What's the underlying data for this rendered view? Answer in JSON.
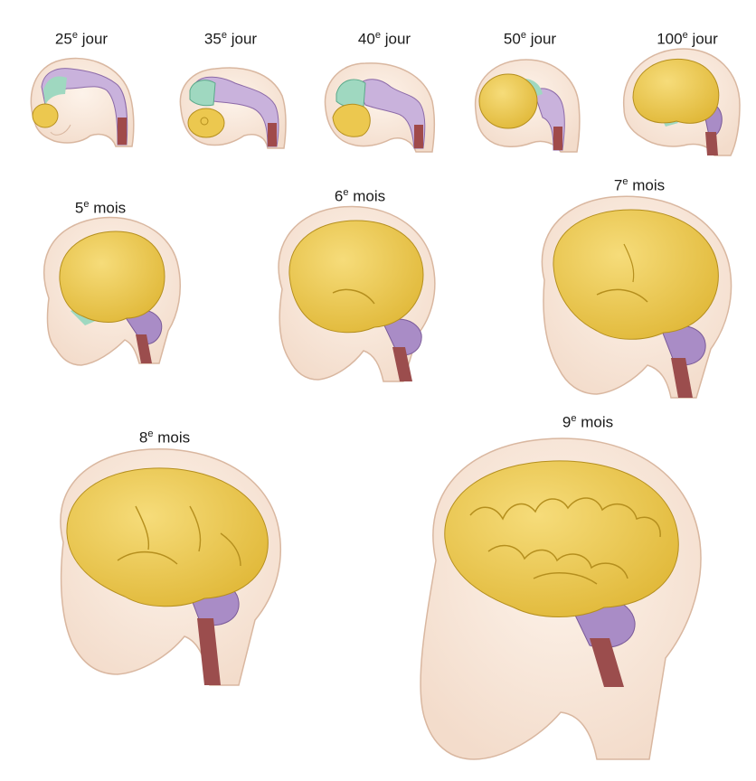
{
  "colors": {
    "skin": "#f7e6d8",
    "skin_edge": "#d9b7a0",
    "cerebrum": "#ecc84f",
    "cerebrum_edge": "#b58f1e",
    "mid": "#9fd8c0",
    "hind": "#c9b2dc",
    "stem": "#9b4d4d",
    "cerebellum": "#a98cc6"
  },
  "stages": [
    {
      "num": "25",
      "sup": "e",
      "unit": "jour"
    },
    {
      "num": "35",
      "sup": "e",
      "unit": "jour"
    },
    {
      "num": "40",
      "sup": "e",
      "unit": "jour"
    },
    {
      "num": "50",
      "sup": "e",
      "unit": "jour"
    },
    {
      "num": "100",
      "sup": "e",
      "unit": "jour"
    },
    {
      "num": "5",
      "sup": "e",
      "unit": "mois"
    },
    {
      "num": "6",
      "sup": "e",
      "unit": "mois"
    },
    {
      "num": "7",
      "sup": "e",
      "unit": "mois"
    },
    {
      "num": "8",
      "sup": "e",
      "unit": "mois"
    },
    {
      "num": "9",
      "sup": "e",
      "unit": "mois"
    }
  ]
}
